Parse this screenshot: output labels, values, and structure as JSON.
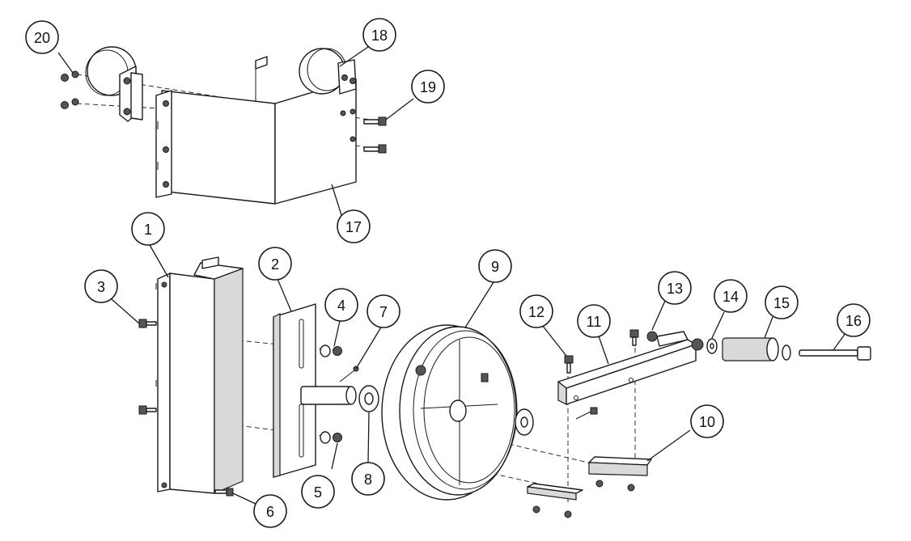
{
  "callouts": [
    {
      "label": "1"
    },
    {
      "label": "2"
    },
    {
      "label": "3"
    },
    {
      "label": "4"
    },
    {
      "label": "5"
    },
    {
      "label": "6"
    },
    {
      "label": "7"
    },
    {
      "label": "8"
    },
    {
      "label": "9"
    },
    {
      "label": "10"
    },
    {
      "label": "11"
    },
    {
      "label": "12"
    },
    {
      "label": "13"
    },
    {
      "label": "14"
    },
    {
      "label": "15"
    },
    {
      "label": "16"
    },
    {
      "label": "17"
    },
    {
      "label": "18"
    },
    {
      "label": "19"
    },
    {
      "label": "20"
    }
  ],
  "colors": {
    "line": "#1a1a1a",
    "fill": "#ffffff",
    "shade": "#d9d9d9"
  }
}
